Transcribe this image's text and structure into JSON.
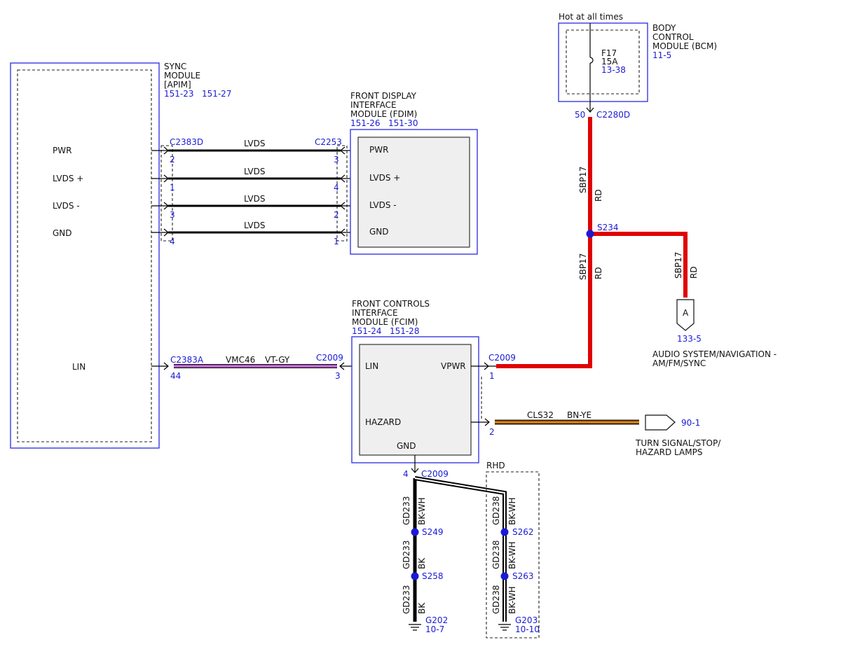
{
  "modules": {
    "apim": {
      "name": [
        "SYNC",
        "MODULE",
        "[APIM]"
      ],
      "ref": "151-23   151-27",
      "pins": [
        "PWR",
        "LVDS +",
        "LVDS -",
        "GND",
        "LIN"
      ]
    },
    "fdim": {
      "name": [
        "FRONT DISPLAY",
        "INTERFACE",
        "MODULE (FDIM)"
      ],
      "ref": "151-26   151-30",
      "pins": [
        "PWR",
        "LVDS +",
        "LVDS -",
        "GND"
      ]
    },
    "fcim": {
      "name": [
        "FRONT CONTROLS",
        "INTERFACE",
        "MODULE (FCIM)"
      ],
      "ref": "151-24   151-28",
      "pins": [
        "LIN",
        "VPWR",
        "HAZARD",
        "GND"
      ]
    },
    "bcm": {
      "name": [
        "BODY",
        "CONTROL",
        "MODULE (BCM)"
      ],
      "ref": "11-5",
      "hot": "Hot at all times",
      "fuse": "F17",
      "amps": "15A",
      "fuse_ref": "13-38"
    }
  },
  "connectors": {
    "c2383d": "C2383D",
    "c2253": "C2253",
    "c2383a": "C2383A",
    "c2009": "C2009",
    "c2280d": "C2280D"
  },
  "lvds": {
    "label": "LVDS",
    "apim_pins": [
      "2",
      "1",
      "3",
      "4"
    ],
    "fdim_pins": [
      "3",
      "4",
      "2",
      "1"
    ]
  },
  "lin": {
    "circuit": "VMC46",
    "color": "VT-GY",
    "apim_pin": "44",
    "fcim_pin": "3"
  },
  "power": {
    "bcm_pin": "50",
    "fcim_pin": "1",
    "circuit": "SBP17",
    "color": "RD",
    "splice": "S234"
  },
  "audio": {
    "connector": "A",
    "ref": "133-5",
    "label": [
      "AUDIO SYSTEM/NAVIGATION -",
      "AM/FM/SYNC"
    ]
  },
  "hazard": {
    "pin": "2",
    "circuit": "CLS32",
    "color": "BN-YE",
    "ref": "90-1",
    "label": [
      "TURN SIGNAL/STOP/",
      "HAZARD LAMPS"
    ]
  },
  "ground": {
    "pin": "4",
    "rhd": "RHD",
    "left": {
      "circuit": "GD233",
      "colors": [
        "BK-WH",
        "BK",
        "BK"
      ],
      "splices": [
        "S249",
        "S258"
      ],
      "g": "G202",
      "g_ref": "10-7"
    },
    "right": {
      "circuit": "GD238",
      "colors": [
        "BK-WH",
        "BK-WH",
        "BK-WH"
      ],
      "splices": [
        "S262",
        "S263"
      ],
      "g": "G203",
      "g_ref": "10-10"
    }
  },
  "colors": {
    "blue": "#1a1ad6",
    "red": "#e00000",
    "module_fill": "#efefef",
    "vt": "#b040c8",
    "gy": "#b0b0b0",
    "bn": "#8b3a0f",
    "ye": "#e8c000"
  }
}
